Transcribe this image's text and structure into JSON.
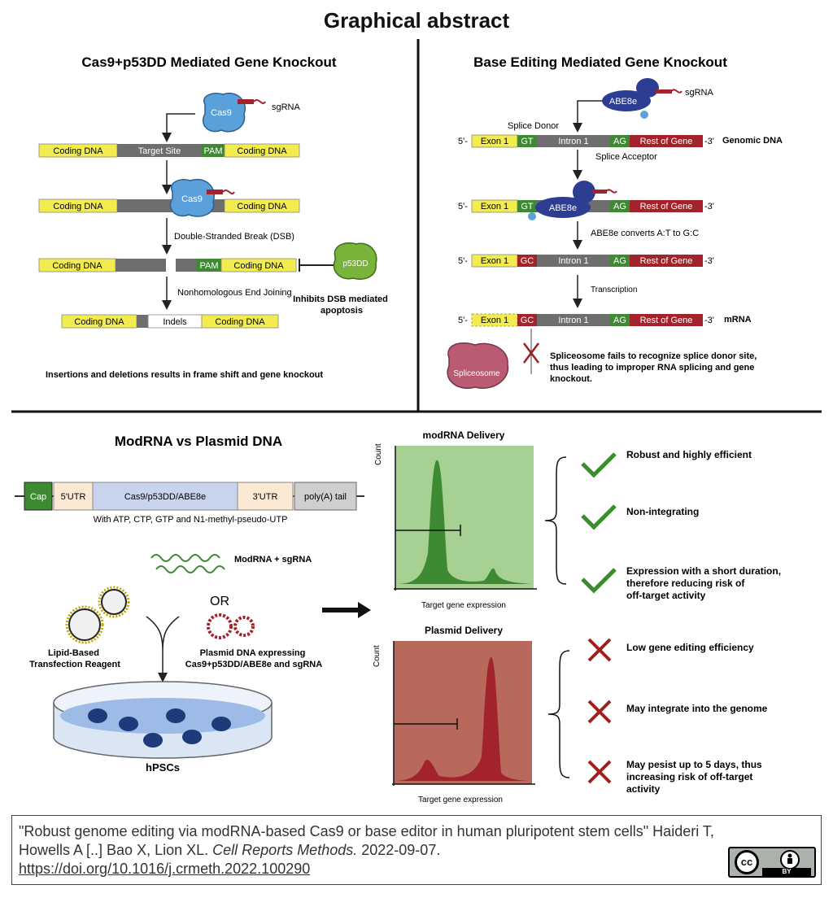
{
  "page_title": "Graphical abstract",
  "panel1": {
    "title": "Cas9+p53DD Mediated Gene Knockout",
    "cas9": "Cas9",
    "sgrna": "sgRNA",
    "coding_dna": "Coding DNA",
    "target_site": "Target Site",
    "pam": "PAM",
    "dsb": "Double-Stranded Break (DSB)",
    "p53dd": "p53DD",
    "inhibits": [
      "Inhibits DSB mediated",
      "apoptosis"
    ],
    "nhej": "Nonhomologous End Joining",
    "indels": "Indels",
    "caption": "Insertions and deletions results in frame shift and gene knockout"
  },
  "panel2": {
    "title": "Base Editing Mediated Gene Knockout",
    "abe8e": "ABE8e",
    "sgrna": "sgRNA",
    "splice_donor": "Splice Donor",
    "splice_acceptor": "Splice Acceptor",
    "five_prime": "5'-",
    "three_prime": "-3'",
    "exon1": "Exon 1",
    "gt": "GT",
    "gc": "GC",
    "intron1": "Intron 1",
    "ag": "AG",
    "rest": "Rest of Gene",
    "genomic_dna": "Genomic DNA",
    "mrna": "mRNA",
    "converts": "ABE8e converts A:T to G:C",
    "transcription": "Transcription",
    "spliceosome": "Spliceosome",
    "fail_text": [
      "Spliceosome fails to recognize splice donor site,",
      "thus leading to improper RNA splicing and gene",
      "knockout."
    ]
  },
  "panel3": {
    "title": "ModRNA vs Plasmid DNA",
    "cap": "Cap",
    "utr5": "5'UTR",
    "cds": "Cas9/p53DD/ABE8e",
    "utr3": "3'UTR",
    "polya": "poly(A) tail",
    "with_atp": "With ATP, CTP, GTP and N1-methyl-pseudo-UTP",
    "modrna_sgrna": "ModRNA + sgRNA",
    "or": "OR",
    "lipid": [
      "Lipid-Based",
      "Transfection Reagent"
    ],
    "plasmid": [
      "Plasmid DNA expressing",
      "Cas9+p53DD/ABE8e and sgRNA"
    ],
    "hpscs": "hPSCs",
    "modrna_delivery": "modRNA Delivery",
    "plasmid_delivery": "Plasmid Delivery",
    "count": "Count",
    "target_expr": "Target gene expression",
    "pros": [
      [
        "Robust and highly efficient"
      ],
      [
        "Non-integrating"
      ],
      [
        "Expression with a short duration,",
        "therefore reducing risk of",
        "off-target activity"
      ]
    ],
    "cons": [
      [
        "Low gene editing efficiency"
      ],
      [
        "May integrate into the genome"
      ],
      [
        "May pesist up to 5 days, thus",
        "increasing risk of off-target",
        "activity"
      ]
    ]
  },
  "colors": {
    "yellow": "#f3ec4f",
    "grey": "#6e6e6e",
    "green": "#3e8a33",
    "red": "#a3232c",
    "blue": "#2c3d92",
    "cas9": "#5aa1dc",
    "check": "#3d8b2f",
    "cross": "#a02020"
  },
  "citation": {
    "text": "\"Robust genome editing via modRNA-based Cas9 or base editor in human pluripotent stem cells\" Haideri T, Howells A [..] Bao X, Lion XL.",
    "journal": "Cell Reports Methods.",
    "date": "2022-09-07.",
    "doi": "https://doi.org/10.1016/j.crmeth.2022.100290",
    "license_cc": "cc",
    "license_by": "BY"
  }
}
